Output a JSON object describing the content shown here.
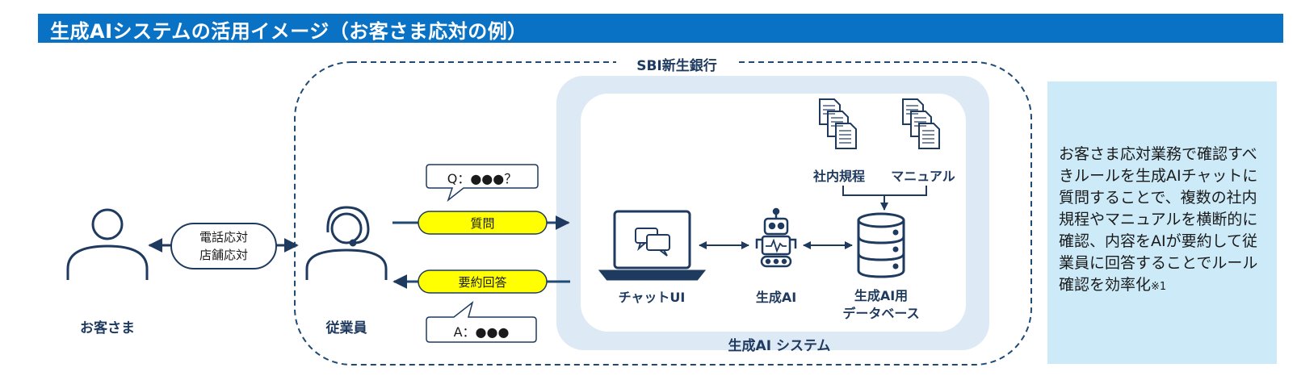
{
  "header": {
    "title": "生成AIシステムの活用イメージ（お客さま応対の例）"
  },
  "bank_label": "SBI新生銀行",
  "system_label": "生成AI システム",
  "customer": {
    "label": "お客さま",
    "icon": "person-icon"
  },
  "channel_bubble": {
    "line1": "電話応対",
    "line2": "店舗応対"
  },
  "employee": {
    "label": "従業員",
    "icon": "headset-person-icon"
  },
  "question_bubble": "Q：●●●？",
  "answer_bubble": "A：●●●",
  "question_pill": "質問",
  "answer_pill": "要約回答",
  "pill_color": "#ffff00",
  "chat_ui": {
    "label": "チャットUI",
    "icon": "laptop-chat-icon"
  },
  "gen_ai": {
    "label": "生成AI",
    "icon": "robot-icon"
  },
  "database": {
    "line1": "生成AI用",
    "line2": "データベース",
    "icon": "database-icon"
  },
  "docs": [
    {
      "label": "社内規程",
      "icon": "documents-icon"
    },
    {
      "label": "マニュアル",
      "icon": "documents-icon"
    }
  ],
  "note": {
    "text": "お客さま応対業務で確認すべきルールを生成AIチャットに質問することで、複数の社内規程やマニュアルを横断的に確認、内容をAIが要約して従業員に回答することでルール確認を効率化",
    "ref": "※1"
  },
  "colors": {
    "header": "#0a72c4",
    "dark": "#1f3a5f",
    "light_panel": "#dde9f5",
    "note_bg": "#cdeaf8"
  }
}
